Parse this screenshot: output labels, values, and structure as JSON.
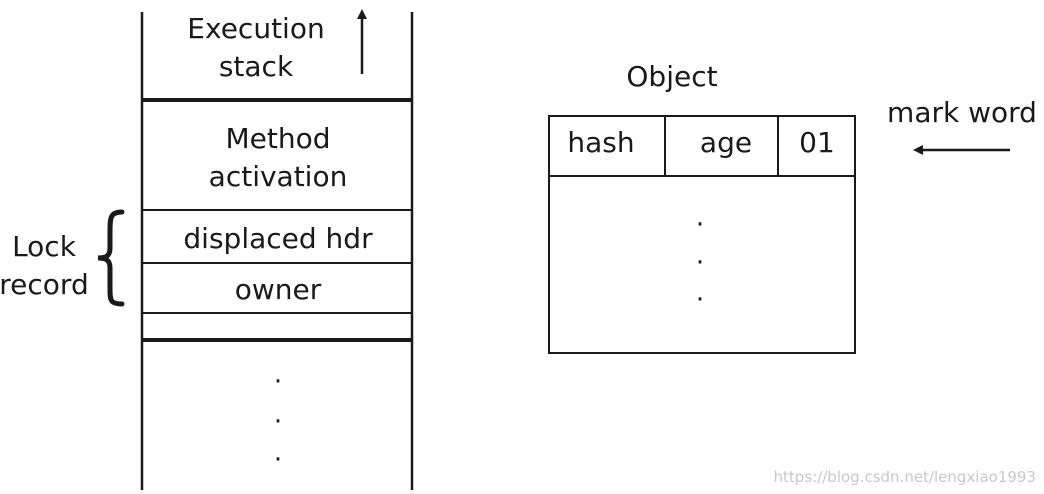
{
  "stack": {
    "execution_stack_line1": "Execution",
    "execution_stack_line2": "stack",
    "method_activation_line1": "Method",
    "method_activation_line2": "activation",
    "displaced_hdr": "displaced hdr",
    "owner": "owner",
    "dots": [
      "·",
      "·",
      "·"
    ]
  },
  "lock_record": {
    "line1": "Lock",
    "line2": "record"
  },
  "object": {
    "title": "Object",
    "fields": [
      "hash",
      "age",
      "01"
    ],
    "dots": [
      "·",
      "·",
      "·"
    ]
  },
  "mark_word": {
    "label": "mark word"
  },
  "watermark": "https://blog.csdn.net/lengxiao1993"
}
